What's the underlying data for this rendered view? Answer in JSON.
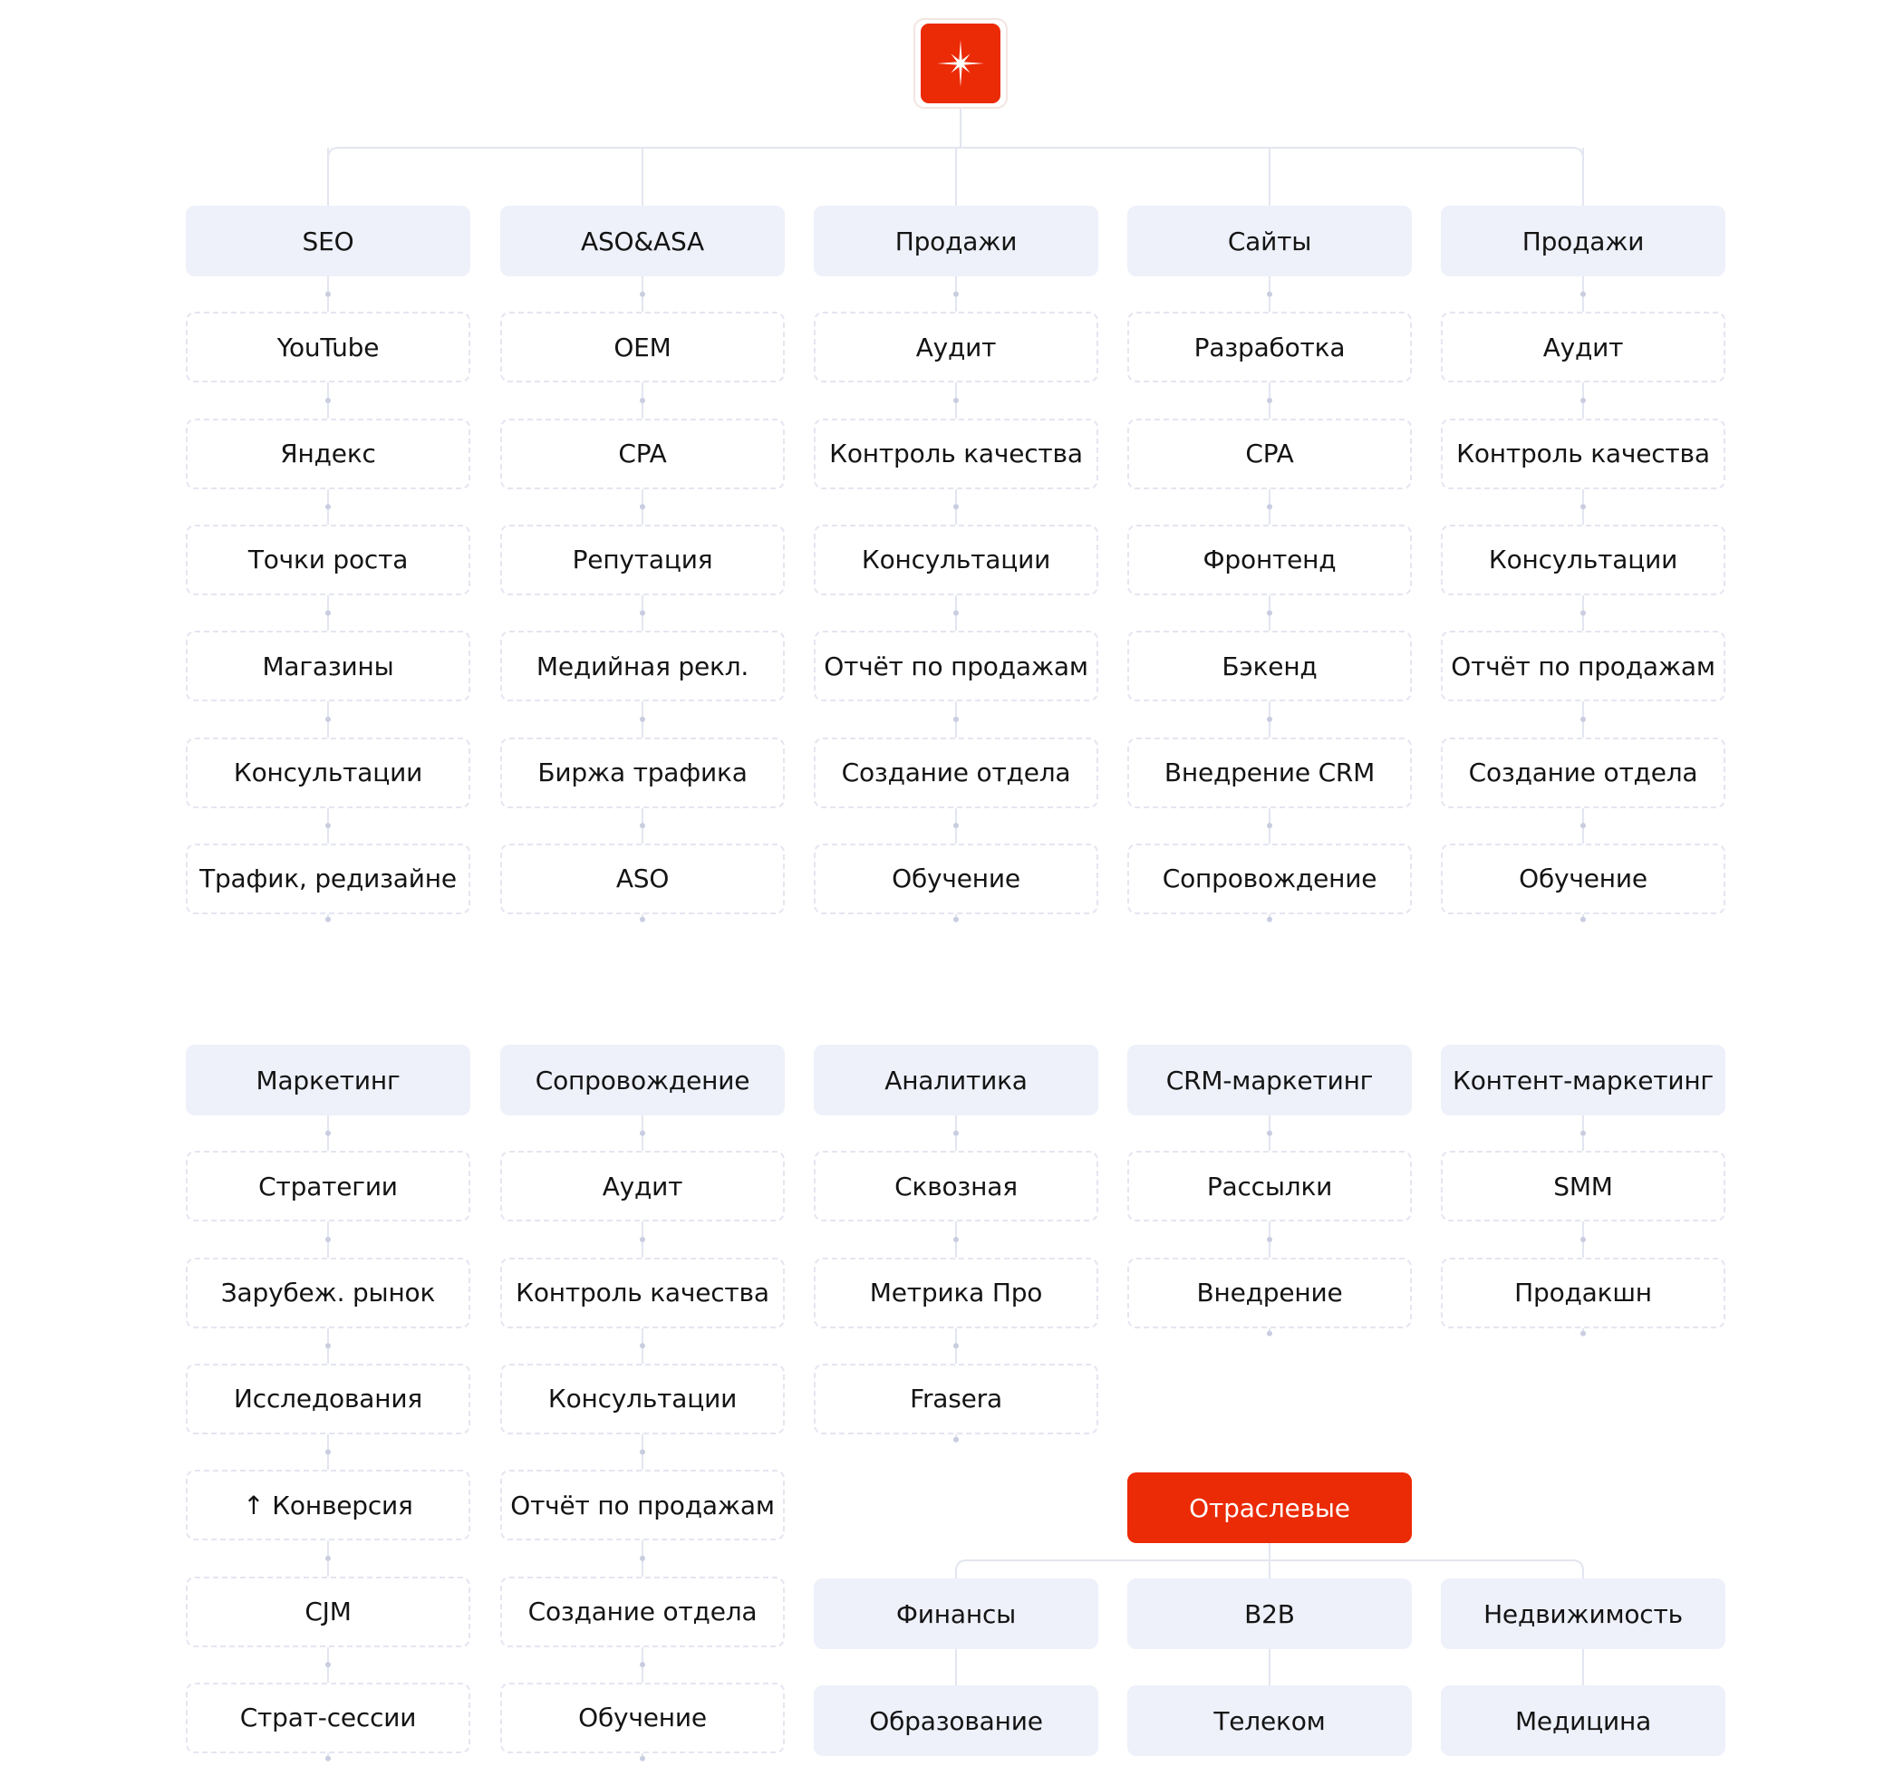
{
  "colors": {
    "accent": "#eb2a06",
    "category_bg": "#eef0fa",
    "sub_border": "#e4e6f0",
    "line": "#e3e6f0",
    "dot": "#c9cde0"
  },
  "logo": {
    "icon": "star-burst-icon",
    "bg": "#eb2a06"
  },
  "top_columns": [
    {
      "title": "SEO",
      "items": [
        "YouTube",
        "Яндекс",
        "Точки роста",
        "Магазины",
        "Консультации",
        "Трафик, редизайне"
      ]
    },
    {
      "title": "ASO&ASA",
      "items": [
        "OEM",
        "CPA",
        "Репутация",
        "Медийная рекл.",
        "Биржа трафика",
        "ASO"
      ]
    },
    {
      "title": "Продажи",
      "items": [
        "Аудит",
        "Контроль качества",
        "Консультации",
        "Отчёт по продажам",
        "Создание отдела",
        "Обучение"
      ]
    },
    {
      "title": "Сайты",
      "items": [
        "Разработка",
        "CPA",
        "Фронтенд",
        "Бэкенд",
        "Внедрение CRM",
        "Сопровождение"
      ]
    },
    {
      "title": "Продажи",
      "items": [
        "Аудит",
        "Контроль качества",
        "Консультации",
        "Отчёт по продажам",
        "Создание отдела",
        "Обучение"
      ]
    }
  ],
  "bottom_columns": [
    {
      "title": "Маркетинг",
      "items": [
        "Стратегии",
        "Зарубеж. рынок",
        "Исследования",
        "↑ Конверсия",
        "CJM",
        "Страт-сессии"
      ]
    },
    {
      "title": "Сопровождение",
      "items": [
        "Аудит",
        "Контроль качества",
        "Консультации",
        "Отчёт по продажам",
        "Создание отдела",
        "Обучение"
      ]
    },
    {
      "title": "Аналитика",
      "items": [
        "Сквозная",
        "Метрика Про",
        "Frasera"
      ]
    },
    {
      "title": "CRM-маркетинг",
      "items": [
        "Рассылки",
        "Внедрение"
      ]
    },
    {
      "title": "Контент-маркетинг",
      "items": [
        "SMM",
        "Продакшн"
      ]
    }
  ],
  "industry": {
    "title": "Отраслевые",
    "items": [
      "Финансы",
      "B2B",
      "Недвижимость",
      "Образование",
      "Телеком",
      "Медицина"
    ]
  }
}
